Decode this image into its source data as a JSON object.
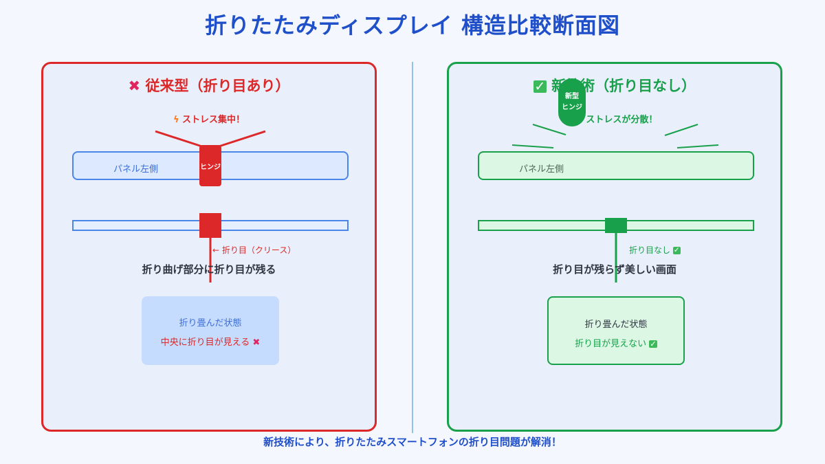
{
  "title": "折りたたみディスプレイ 構造比較断面図",
  "left": {
    "heading_icon": "cross-icon",
    "heading": "従来型（折り目あり）",
    "stress_icon": "lightning-icon",
    "stress": "ストレス集中！",
    "panel_label": "パネル左側",
    "hinge_label": "ヒンジ",
    "crease_label": "← 折り目（クリース）",
    "caption": "折り曲げ部分に折り目が残る",
    "folded_state": "折り畳んだ状態",
    "folded_note": "中央に折り目が見える",
    "color": "#dc2828"
  },
  "right": {
    "heading_icon": "check-icon",
    "heading": "新技術（折り目なし）",
    "stress_icon": "sparkle-icon",
    "stress": "ストレスが分散！",
    "panel_label": "パネル左側",
    "hinge_line1": "新型",
    "hinge_line2": "ヒンジ",
    "crease_label": "折り目なし",
    "caption": "折り目が残らず美しい画面",
    "folded_state": "折り畳んだ状態",
    "folded_note": "折り目が見えない",
    "color": "#18a04a"
  },
  "footer": "新技術により、折りたたみスマートフォンの折り目問題が解消！"
}
